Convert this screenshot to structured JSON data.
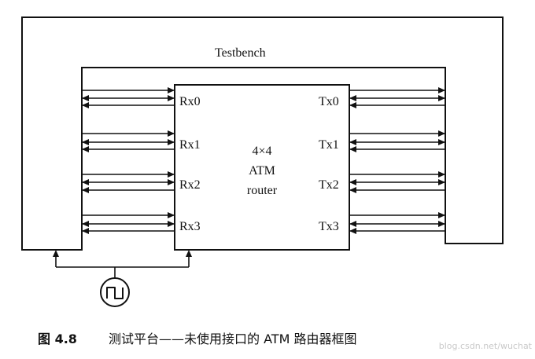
{
  "diagram": {
    "testbench_label": "Testbench",
    "router_label_line1": "4×4",
    "router_label_line2": "ATM",
    "router_label_line3": "router",
    "rx_ports": [
      "Rx0",
      "Rx1",
      "Rx2",
      "Rx3"
    ],
    "tx_ports": [
      "Tx0",
      "Tx1",
      "Tx2",
      "Tx3"
    ],
    "clock_symbol": "clock-source"
  },
  "caption": {
    "figure_number": "图 4.8",
    "text": "测试平台——未使用接口的 ATM 路由器框图"
  },
  "watermark": "blog.csdn.net/wuchat",
  "colors": {
    "line": "#111111",
    "background": "#ffffff"
  }
}
